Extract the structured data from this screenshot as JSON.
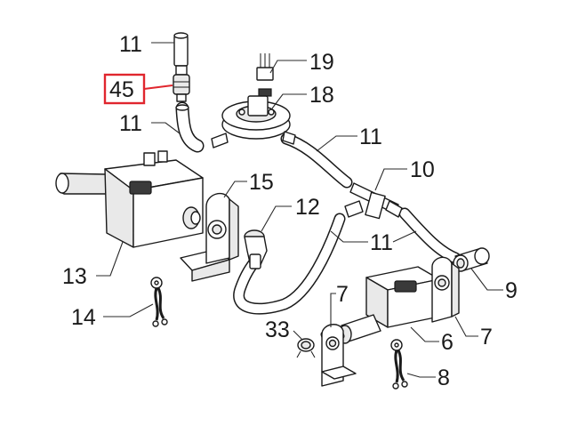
{
  "highlight_color": "#e0262e",
  "callouts": {
    "c11a": "11",
    "c45": "45",
    "c11b": "11",
    "c19": "19",
    "c18": "18",
    "c11c": "11",
    "c15": "15",
    "c10": "10",
    "c12": "12",
    "c13": "13",
    "c11d": "11",
    "c14": "14",
    "c9": "9",
    "c7a": "7",
    "c33": "33",
    "c6": "6",
    "c7b": "7",
    "c8": "8"
  }
}
